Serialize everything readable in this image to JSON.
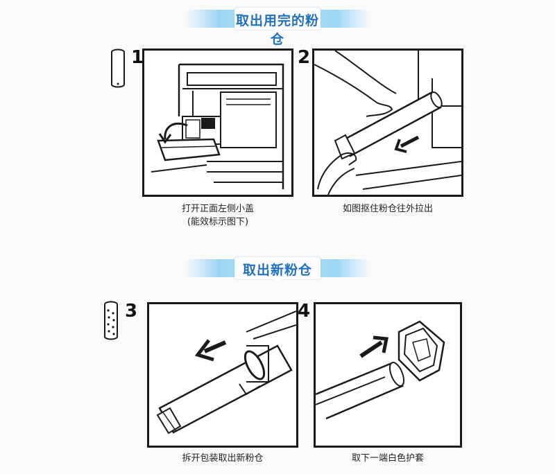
{
  "sections": [
    {
      "title": "取出用完的粉仓"
    },
    {
      "title": "取出新粉仓"
    }
  ],
  "steps": [
    {
      "number": "1",
      "caption_line1": "打开正面左侧小盖",
      "caption_line2": "(能效标示图下)"
    },
    {
      "number": "2",
      "caption_line1": "如图抠住粉仓往外拉出",
      "caption_line2": ""
    },
    {
      "number": "3",
      "caption_line1": "拆开包装取出新粉仓",
      "caption_line2": ""
    },
    {
      "number": "4",
      "caption_line1": "取下一端白色护套",
      "caption_line2": ""
    }
  ],
  "icons": {
    "used_cartridge": "empty-toner-cartridge-icon",
    "new_cartridge": "new-toner-cartridge-icon",
    "arrow": "direction-arrow-icon"
  },
  "colors": {
    "section_title": "#1f6fbf",
    "banner_light": "#bfe4fa",
    "line_art": "#1a1a1a"
  }
}
